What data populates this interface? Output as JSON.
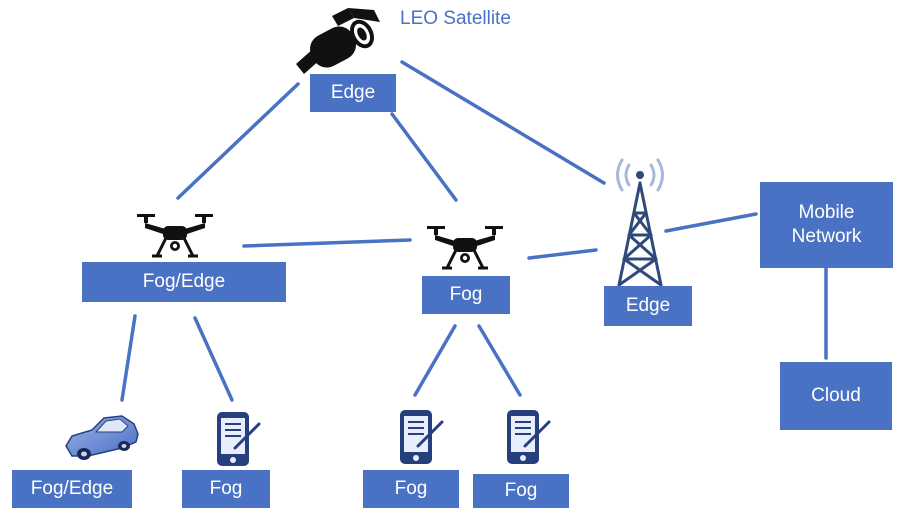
{
  "title": "LEO Satellite",
  "nodes": {
    "satellite_edge": "Edge",
    "left_drone": "Fog/Edge",
    "center_drone": "Fog",
    "tower": "Edge",
    "mobile_network": "Mobile Network",
    "cloud": "Cloud",
    "car": "Fog/Edge",
    "phone_left": "Fog",
    "phone_mid": "Fog",
    "phone_right": "Fog"
  },
  "colors": {
    "accent": "#4a72c4",
    "box_text": "#ffffff",
    "icon": "#111111",
    "tower": "#2f4a7a"
  }
}
